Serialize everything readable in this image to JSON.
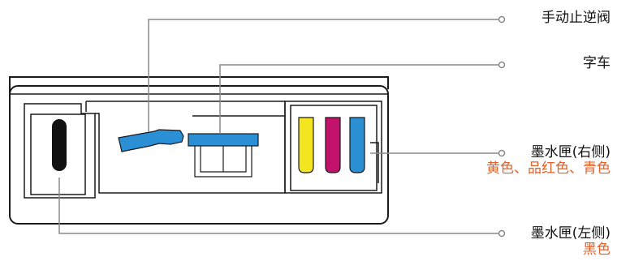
{
  "labels": {
    "check_valve": "手动止逆阀",
    "carriage": "字车",
    "right_cartridge": "墨水匣(右侧)",
    "right_colors": "黄色、品红色、青色",
    "left_cartridge": "墨水匣(左侧)",
    "left_color": "黑色"
  },
  "colors": {
    "accent_text": "#e0612b",
    "device_blue": "#2b8fd6",
    "line_gray": "#8a8a8a",
    "outline": "#1a1a1a",
    "ink_black": "#111111",
    "ink_yellow": "#f4e521",
    "ink_magenta": "#c2126b",
    "ink_cyan": "#2a8fd3"
  }
}
